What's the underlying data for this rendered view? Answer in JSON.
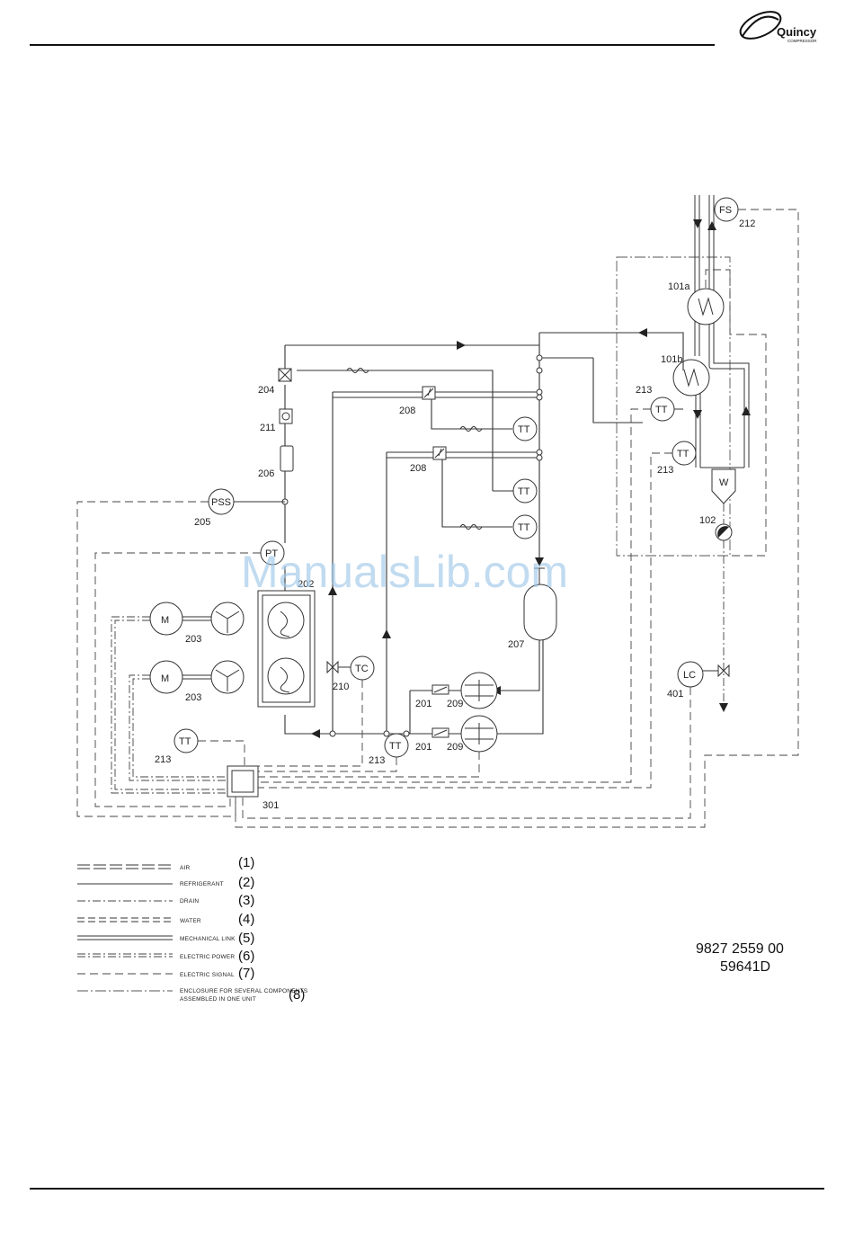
{
  "header": {
    "logo_text": "Quincy",
    "logo_subtext": "COMPRESSOR"
  },
  "watermark": "ManualsLib.com",
  "components": {
    "fs": "FS",
    "fs_num": "212",
    "hx_a": "101a",
    "hx_b": "101b",
    "tt": "TT",
    "pss": "PSS",
    "pt": "PT",
    "tc": "TC",
    "lc": "LC",
    "m": "M",
    "w": "W",
    "n204": "204",
    "n211": "211",
    "n206": "206",
    "n205": "205",
    "n208": "208",
    "n213": "213",
    "n203": "203",
    "n207": "207",
    "n210": "210",
    "n201": "201",
    "n209": "209",
    "n301": "301",
    "n102": "102",
    "n401": "401",
    "n202": "202"
  },
  "legend": [
    {
      "label": "AIR",
      "num": "(1)"
    },
    {
      "label": "REFRIGERANT",
      "num": "(2)"
    },
    {
      "label": "DRAIN",
      "num": "(3)"
    },
    {
      "label": "WATER",
      "num": "(4)"
    },
    {
      "label": "MECHANICAL LINK",
      "num": "(5)"
    },
    {
      "label": "ELECTRIC POWER",
      "num": "(6)"
    },
    {
      "label": "ELECTRIC SIGNAL",
      "num": "(7)"
    },
    {
      "label": "ENCLOSURE FOR SEVERAL COMPONENTS",
      "label2": "ASSEMBLED IN ONE UNIT",
      "num": "(8)"
    }
  ],
  "document": {
    "number": "9827 2559 00",
    "code": "59641D"
  }
}
